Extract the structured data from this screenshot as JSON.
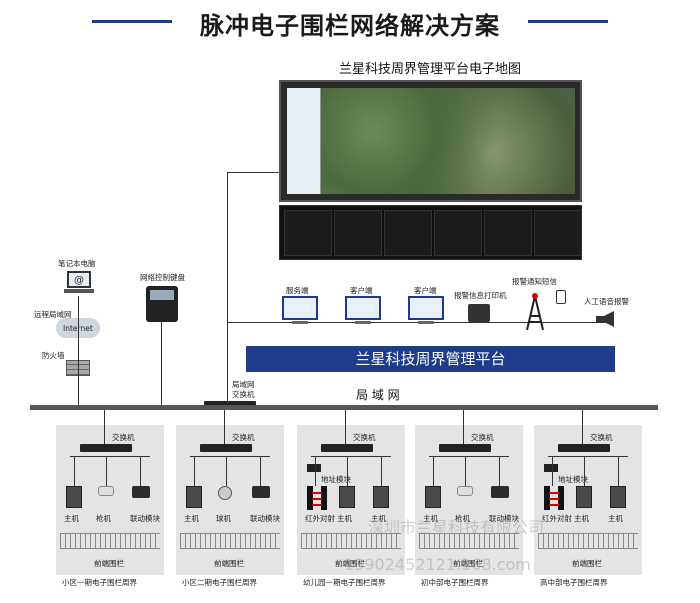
{
  "title": "脉冲电子围栏网络解决方案",
  "wall_title": "兰星科技周界管理平台电子地图",
  "platform_label": "兰星科技周界管理平台",
  "lan_label": "局 域 网",
  "top_devices": {
    "server": "服务端",
    "client1": "客户端",
    "client2": "客户端",
    "printer": "报警信息打印机",
    "sms": "报警通知短信",
    "voice": "人工语音报警"
  },
  "left": {
    "laptop": "笔记本电脑",
    "remote_lan": "远程局域网",
    "internet": "Internet",
    "firewall": "防火墙",
    "keyboard": "网络控制键盘",
    "lan_switch": "局域网\n交换机"
  },
  "zones": [
    {
      "switch": "交换机",
      "devices": [
        "主机",
        "枪机",
        "联动模块"
      ],
      "fence": "前端围栏",
      "caption": "小区一期电子围栏周界"
    },
    {
      "switch": "交换机",
      "devices": [
        "主机",
        "球机",
        "联动模块"
      ],
      "fence": "前端围栏",
      "caption": "小区二期电子围栏周界"
    },
    {
      "switch": "交换机",
      "extra": "地址模块",
      "devices": [
        "红外对射",
        "主机",
        "主机"
      ],
      "fence": "前端围栏",
      "caption": "幼儿园一期电子围栏周界"
    },
    {
      "switch": "交换机",
      "devices": [
        "主机",
        "枪机",
        "联动模块"
      ],
      "fence": "前端围栏",
      "caption": "初中部电子围栏周界"
    },
    {
      "switch": "交换机",
      "extra": "地址模块",
      "devices": [
        "红外对射",
        "主机",
        "主机"
      ],
      "fence": "前端围栏",
      "caption": "高中部电子围栏周界"
    }
  ],
  "watermark1": "深圳市兰星科技有限公司",
  "watermark2": "13902452121.168.com"
}
